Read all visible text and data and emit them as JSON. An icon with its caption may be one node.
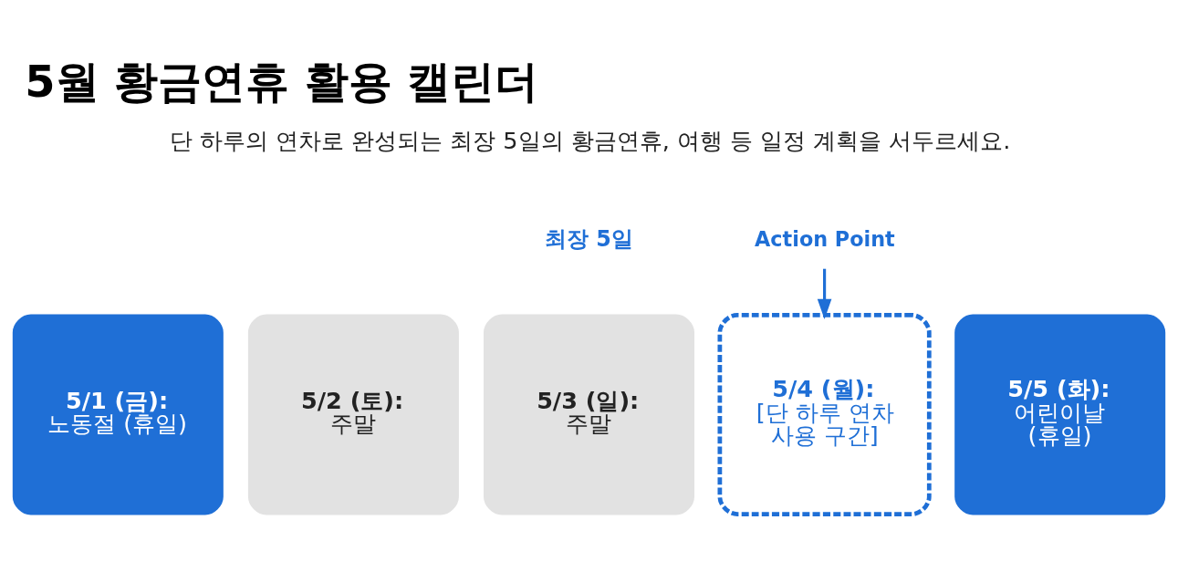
{
  "diagram": {
    "title": "5월 황금연휴 활용 캘린더",
    "nodes": [
      {
        "text": [
          "5/1 (금):",
          "노동절 (휴일)"
        ]
      },
      {
        "text": [
          "5/2 (토):",
          "주말"
        ]
      },
      {
        "text": [
          "5/3 (일):",
          "주말"
        ]
      },
      {
        "text": [
          "5/4 (월):",
          "[단 하루 연차 사용 구간]"
        ]
      },
      {
        "text": [
          "5/5 (화):",
          "어린이날 (휴일)"
        ]
      },
      {
        "text": [
          "Action Point"
        ]
      }
    ],
    "edges": [
      {
        "from": 5,
        "to": 3,
        "arrow": "to"
      }
    ],
    "labels": [
      "단 하루의 연차로 완성되는 최장 5일의 황금연휴, 여행 등 일정 계획을 서두르세요.",
      "최장 5일"
    ]
  }
}
